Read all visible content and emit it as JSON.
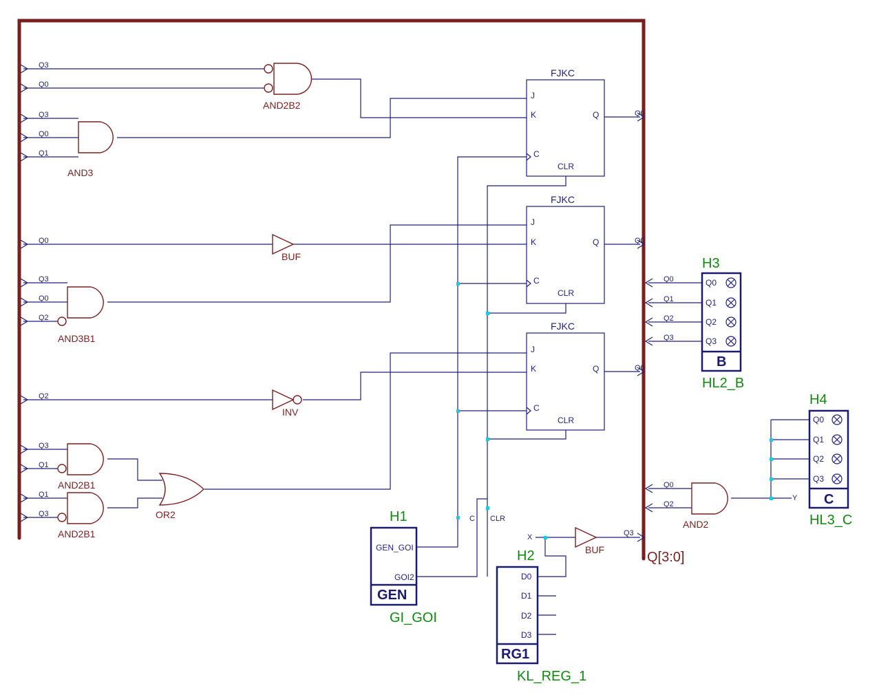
{
  "bus_label": "Q[3:0]",
  "net_labels": {
    "q0": "Q0",
    "q1": "Q1",
    "q2": "Q2",
    "q3": "Q3",
    "clk": "C",
    "clr": "CLR",
    "x": "X",
    "y": "Y"
  },
  "gates": {
    "and2b2": "AND2B2",
    "and3": "AND3",
    "buf": "BUF",
    "and3b1": "AND3B1",
    "inv": "INV",
    "and2b1": "AND2B1",
    "or2": "OR2",
    "and2": "AND2"
  },
  "flipflop": {
    "type": "FJKC",
    "j": "J",
    "k": "K",
    "c": "C",
    "q": "Q",
    "clr": "CLR"
  },
  "h1": {
    "ref": "H1",
    "name": "GI_GOI",
    "label": "GEN",
    "pin1": "GEN_GOI",
    "pin2": "GOI2"
  },
  "h2": {
    "ref": "H2",
    "name": "KL_REG_1",
    "label": "RG1",
    "pins": [
      "D0",
      "D1",
      "D2",
      "D3"
    ]
  },
  "h3": {
    "ref": "H3",
    "name": "HL2_B",
    "label": "B",
    "pins": [
      "Q0",
      "Q1",
      "Q2",
      "Q3"
    ]
  },
  "h4": {
    "ref": "H4",
    "name": "HL3_C",
    "label": "C",
    "pins": [
      "Q0",
      "Q1",
      "Q2",
      "Q3"
    ]
  },
  "colors": {
    "bus": "#7a1f1f",
    "wire": "#1f1f7a",
    "junction": "#20c8e0",
    "refdes": "#118811"
  }
}
